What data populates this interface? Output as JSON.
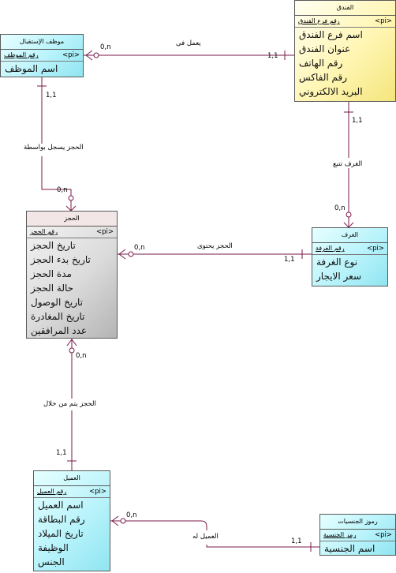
{
  "entities": {
    "reception": {
      "title": "موظف الإستقبال",
      "key": "رقم الموظف",
      "key_tag": "<pi>",
      "attributes": [
        "اسم الموظف"
      ]
    },
    "hotel": {
      "title": "الفندق",
      "key": "رقم فرع الفندق",
      "key_tag": "<pi>",
      "attributes": [
        "اسم فرع الفندق",
        "عنوان الفندق",
        "رقم الهاتف",
        "رقم الفاكس",
        "البريد الالكتروني"
      ]
    },
    "booking": {
      "title": "الحجز",
      "key": "رقم الحجز",
      "key_tag": "<pi>",
      "attributes": [
        "تاريخ الحجز",
        "تاريخ بدء الحجز",
        "مدة الحجز",
        "حالة الحجز",
        "تاريخ الوصول",
        "تاريخ المغادرة",
        "عدد المرافقين"
      ]
    },
    "rooms": {
      "title": "الغرف",
      "key": "رقم الغرفة",
      "key_tag": "<pi>",
      "attributes": [
        "نوع الغرفة",
        "سعر الايجار"
      ]
    },
    "customer": {
      "title": "العميل",
      "key": "رقم العميل",
      "key_tag": "<pi>",
      "attributes": [
        "اسم العميل",
        "رقم البطاقة",
        "تاريخ الميلاد",
        "الوظيفة",
        "الجنس"
      ]
    },
    "nationality": {
      "title": "رموز الجنسيات",
      "key": "رمز الجنسية",
      "key_tag": "<pi>",
      "attributes": [
        "اسم الجنسية"
      ]
    }
  },
  "relationships": {
    "works_in": {
      "label": "يعمل فى",
      "card_a": "0,n",
      "card_b": "1,1"
    },
    "registered_by": {
      "label": "الحجز يسجل بواسطة",
      "card_a": "1,1",
      "card_b": "0,n"
    },
    "rooms_belong": {
      "label": "الغرف تتبع",
      "card_a": "1,1",
      "card_b": "0,n"
    },
    "booking_contains": {
      "label": "الحجز يحتوى",
      "card_a": "0,n",
      "card_b": "1,1"
    },
    "booking_through": {
      "label": "الحجز يتم من خلال",
      "card_a": "0,n",
      "card_b": "1,1"
    },
    "customer_has": {
      "label": "العميل له",
      "card_a": "0,n",
      "card_b": "1,1"
    }
  },
  "colors": {
    "line": "#7a1a4a",
    "cyan": "#b9f3fb",
    "yellow": "#fff6b4",
    "gray": "#d4d4d4"
  }
}
